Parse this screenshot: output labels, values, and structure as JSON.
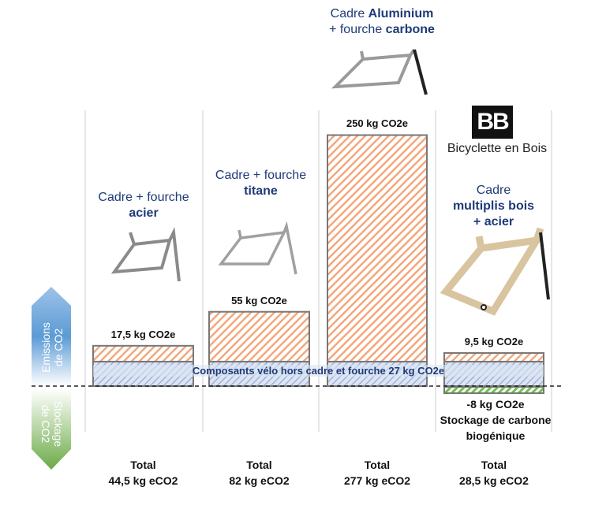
{
  "chart_data": {
    "type": "bar",
    "categories": [
      "Cadre + fourche acier",
      "Cadre + fourche titane",
      "Cadre Aluminium + fourche carbone",
      "Cadre multiplis bois + acier"
    ],
    "series": [
      {
        "name": "Cadre et fourche",
        "values": [
          17.5,
          55,
          250,
          9.5
        ],
        "color": "#f4a77c"
      },
      {
        "name": "Composants vélo hors cadre et fourche",
        "values": [
          27,
          27,
          27,
          27
        ],
        "color": "#9fb3dc"
      },
      {
        "name": "Stockage de carbone biogénique",
        "values": [
          0,
          0,
          0,
          -8
        ],
        "color": "#6cc24a"
      }
    ],
    "bar_labels": [
      "17,5 kg CO2e",
      "55 kg CO2e",
      "250 kg CO2e",
      "9,5 kg CO2e"
    ],
    "components_label": "Composants vélo hors cadre et fourche 27 kg CO2e",
    "storage_label": "-8 kg CO2e",
    "storage_text": [
      "Stockage de carbone",
      "biogénique"
    ],
    "totals": [
      [
        "Total",
        "44,5 kg eCO2"
      ],
      [
        "Total",
        "82 kg eCO2"
      ],
      [
        "Total",
        "277 kg eCO2"
      ],
      [
        "Total",
        "28,5 kg eCO2"
      ]
    ],
    "axis_up": [
      "Emissions",
      "de CO2"
    ],
    "axis_down": [
      "Stockage",
      "de CO2"
    ]
  },
  "titles": [
    {
      "l1": "Cadre + fourche",
      "l2": "acier"
    },
    {
      "l1": "Cadre + fourche",
      "l2": "titane"
    },
    {
      "l1a": "Cadre ",
      "l1b": "Aluminium",
      "l2a": "+ fourche ",
      "l2b": "carbone"
    },
    {
      "l1": "Cadre",
      "l2": "multiplis bois",
      "l3": "+ acier"
    }
  ],
  "brand": {
    "logo": "BB",
    "name": "Bicyclette en Bois"
  }
}
